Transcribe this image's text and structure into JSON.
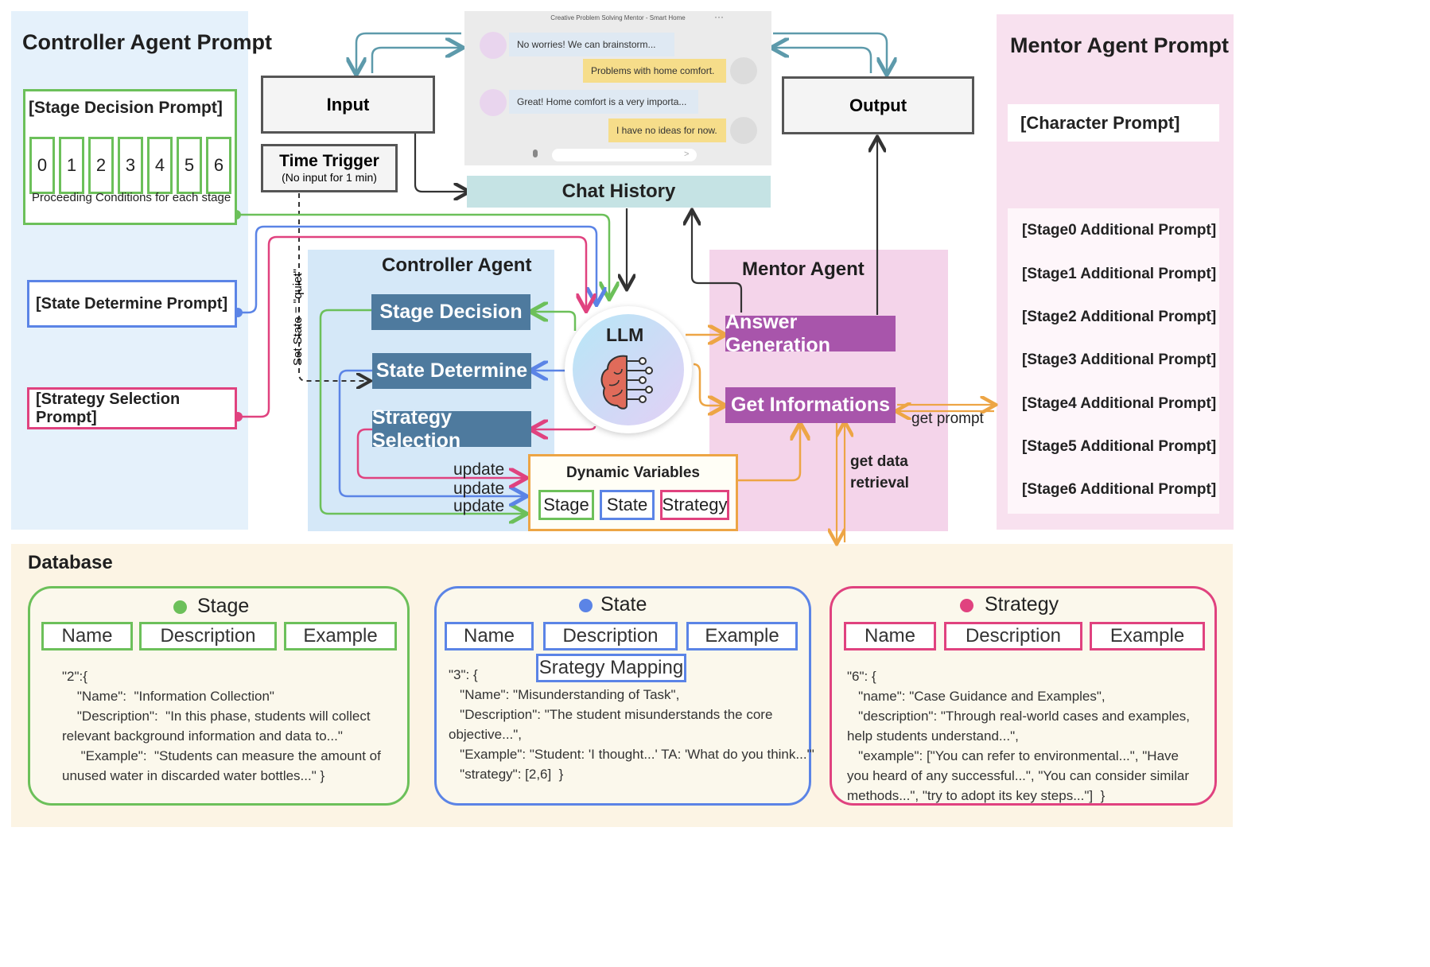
{
  "controller_prompt": {
    "title": "Controller Agent Prompt",
    "stage_decision": "[Stage Decision Prompt]",
    "stages": [
      "0",
      "1",
      "2",
      "3",
      "4",
      "5",
      "6"
    ],
    "proceeding": "Proceeding Conditions for each stage",
    "state_determine": "[State Determine Prompt]",
    "strategy_selection": "[Strategy Selection Prompt]"
  },
  "io": {
    "input": "Input",
    "output": "Output",
    "time_trigger": "Time Trigger",
    "time_trigger_sub": "(No input for 1 min)",
    "set_state": "Set State = \"quiet\""
  },
  "chat": {
    "window_title": "Creative Problem Solving Mentor - Smart Home",
    "messages": [
      "No worries! We can brainstorm...",
      "Problems with home comfort.",
      "Great! Home comfort is a very importa...",
      "I have no ideas for now."
    ],
    "history": "Chat History"
  },
  "controller_agent": {
    "title": "Controller Agent",
    "stage_decision": "Stage Decision",
    "state_determine": "State Determine",
    "strategy_selection": "Strategy Selection",
    "update": "update"
  },
  "llm": {
    "label": "LLM"
  },
  "mentor_agent": {
    "title": "Mentor Agent",
    "answer_generation": "Answer Generation",
    "get_informations": "Get Informations",
    "get_prompt": "get prompt",
    "get_data": "get data",
    "retrieval": "retrieval"
  },
  "dynamic_vars": {
    "title": "Dynamic Variables",
    "stage": "Stage",
    "state": "State",
    "strategy": "Strategy"
  },
  "mentor_prompt": {
    "title": "Mentor Agent Prompt",
    "character": "[Character Prompt]",
    "stages": [
      "[Stage0 Additional Prompt]",
      "[Stage1 Additional Prompt]",
      "[Stage2 Additional Prompt]",
      "[Stage3 Additional Prompt]",
      "[Stage4 Additional Prompt]",
      "[Stage5 Additional Prompt]",
      "[Stage6 Additional Prompt]"
    ]
  },
  "database": {
    "title": "Database",
    "stage": {
      "title": "Stage",
      "cols": [
        "Name",
        "Description",
        "Example"
      ],
      "text": "\"2\":{\n    \"Name\":  \"Information Collection\"\n    \"Description\":  \"In this phase, students will collect\nrelevant background information and data to...\"\n     \"Example\":  \"Students can measure the amount of\nunused water in discarded water bottles...\" }"
    },
    "state": {
      "title": "State",
      "cols": [
        "Name",
        "Description",
        "Example"
      ],
      "mapping": "Srategy Mapping",
      "text": "\"3\": {\n   \"Name\": \"Misunderstanding of Task\",\n   \"Description\": \"The student misunderstands the core\nobjective...\",\n   \"Example\": \"Student: 'I thought...' TA: 'What do you think...'\"\n   \"strategy\": [2,6]  }"
    },
    "strategy": {
      "title": "Strategy",
      "cols": [
        "Name",
        "Description",
        "Example"
      ],
      "text": "\"6\": {\n   \"name\": \"Case Guidance and Examples\",\n   \"description\": \"Through real-world cases and examples,\nhelp students understand...\",\n   \"example\": [\"You can refer to environmental...\", \"Have\nyou heard of any successful...\", \"You can consider similar\nmethods...\", \"try to adopt its key steps...\"]  }"
    }
  },
  "colors": {
    "green": "#6cc05a",
    "blue": "#5b84e6",
    "pink": "#e0427f",
    "orange": "#eda545",
    "teal": "#5d9aab",
    "purple": "#a855ab"
  }
}
